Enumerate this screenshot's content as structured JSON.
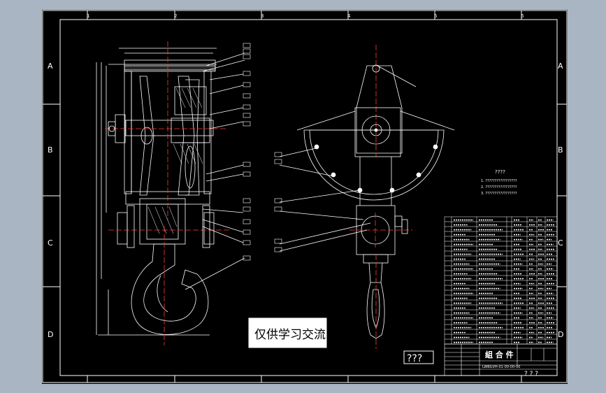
{
  "drawing": {
    "zone_columns": [
      "1",
      "2",
      "3",
      "4",
      "5",
      "6"
    ],
    "zone_rows": [
      "A",
      "B",
      "C",
      "D"
    ],
    "watermark": "仅供学习交流",
    "unknown_box": "???",
    "notes": {
      "heading": "????",
      "items": [
        "1. ?????????????????",
        "2. ?????????????????",
        "3. ?????????????????"
      ]
    },
    "title_block": {
      "name": "組 合 件",
      "chars": "? ? ?",
      "drawing_no": "LWBGVH-01-00-00-00"
    },
    "colors": {
      "background": "#a9b5c3",
      "sheet": "#000000",
      "line": "#ffffff",
      "red_center": "#ff3b3b",
      "green": "#33e06b"
    }
  }
}
